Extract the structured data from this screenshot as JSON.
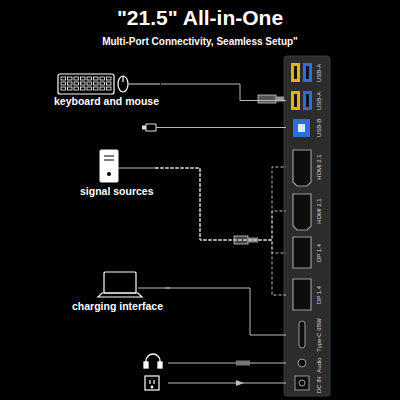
{
  "diagram": {
    "title": "\"21.5\" All-in-One",
    "nodes": [
      {
        "text": [
          "keyboard and mouse"
        ]
      },
      {
        "text": [
          "signal sources"
        ]
      },
      {
        "text": [
          "charging interface"
        ]
      },
      {
        "text": [
          "USB-A"
        ]
      },
      {
        "text": [
          "USB-A"
        ]
      },
      {
        "text": [
          "USB-B"
        ]
      },
      {
        "text": [
          "HDMI 2.1"
        ]
      },
      {
        "text": [
          "HDMI 2.1"
        ]
      },
      {
        "text": [
          "DP 1.4"
        ]
      },
      {
        "text": [
          "DP 1.4"
        ]
      },
      {
        "text": [
          "Type-C 65W"
        ]
      },
      {
        "text": [
          "Audio"
        ]
      },
      {
        "text": [
          "DC IN"
        ]
      }
    ],
    "edges": [
      {
        "from": 0,
        "to": 4,
        "arrow": "none"
      },
      {
        "from": 1,
        "to": 6,
        "arrow": "none"
      },
      {
        "from": 1,
        "to": 7,
        "arrow": "none"
      },
      {
        "from": 1,
        "to": 8,
        "arrow": "none"
      },
      {
        "from": 1,
        "to": 9,
        "arrow": "none"
      },
      {
        "from": 2,
        "to": 10,
        "arrow": "none"
      }
    ],
    "labels": [
      "Multi-Port Connectivity, Seamless Setup\""
    ]
  }
}
